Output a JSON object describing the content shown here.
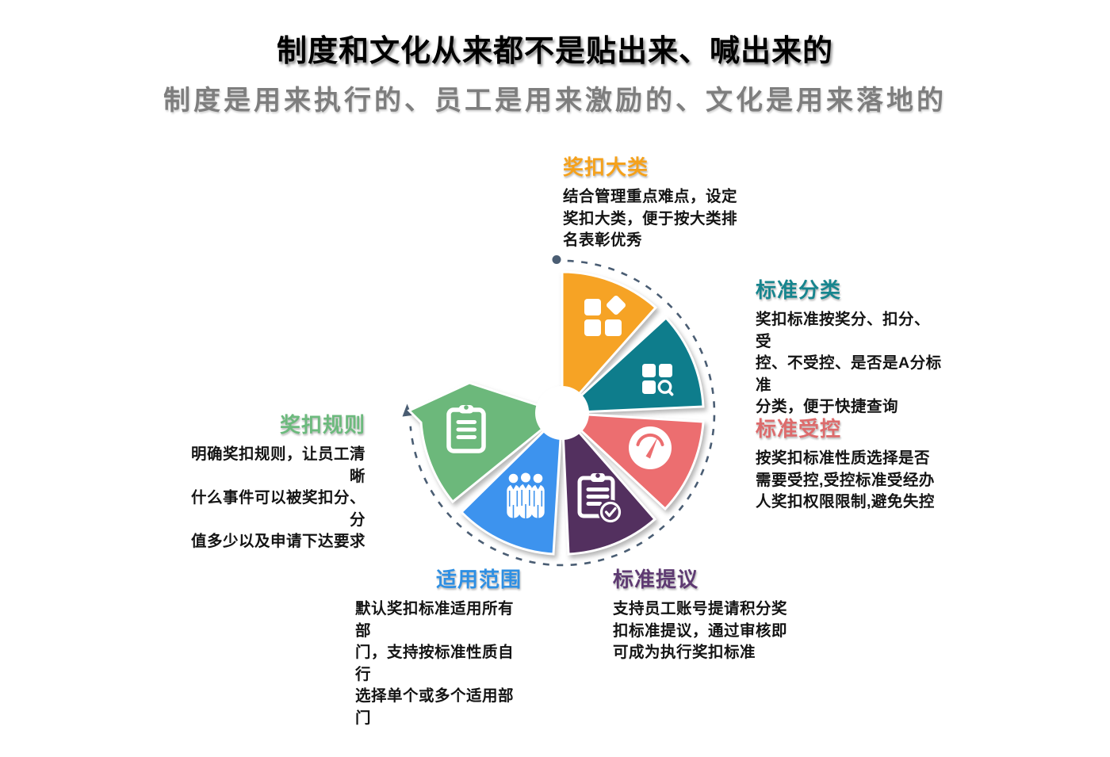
{
  "header": {
    "title": "制度和文化从来都不是贴出来、喊出来的",
    "subtitle": "制度是用来执行的、员工是用来激励的、文化是用来落地的"
  },
  "palette": {
    "orange": "#F6A325",
    "teal": "#0E7D8C",
    "red": "#EC6E70",
    "purple": "#53305F",
    "blue": "#3D93EE",
    "green": "#6CB87B",
    "dash_arc": "#4A5D73",
    "body_text": "#141414",
    "subtitle_gray": "#7E7E7E",
    "center_hole": "#FFFFFF"
  },
  "wheel": {
    "segments": [
      {
        "key": "award-categories",
        "label": "奖扣大类",
        "color": "#F6A325",
        "heading_color": "#F5A11B",
        "icon": "grid-diamond-icon",
        "desc_lines": [
          "结合管理重点难点，设定",
          "奖扣大类，便于按大类排",
          "名表彰优秀"
        ]
      },
      {
        "key": "standard-classification",
        "label": "标准分类",
        "color": "#0E7D8C",
        "heading_color": "#17858E",
        "icon": "grid-search-icon",
        "desc_lines": [
          "奖扣标准按奖分、扣分、受",
          "控、不受控、是否是A分标准",
          "分类，便于快捷查询"
        ]
      },
      {
        "key": "standard-controlled",
        "label": "标准受控",
        "color": "#EC6E70",
        "heading_color": "#DD6B6C",
        "icon": "gauge-icon",
        "desc_lines": [
          "按奖扣标准性质选择是否",
          "需要受控,受控标准受经办",
          "人奖扣权限限制,避免失控"
        ]
      },
      {
        "key": "standard-proposal",
        "label": "标准提议",
        "color": "#53305F",
        "heading_color": "#5E3A72",
        "icon": "clipboard-check-icon",
        "desc_lines": [
          "支持员工账号提请积分奖",
          "扣标准提议，通过审核即",
          "可成为执行奖扣标准"
        ]
      },
      {
        "key": "apply-scope",
        "label": "适用范围",
        "color": "#3D93EE",
        "heading_color": "#2E8FE3",
        "icon": "people-icon",
        "desc_lines": [
          "默认奖扣标准适用所有部",
          "门，支持按标准性质自行",
          "选择单个或多个适用部门"
        ]
      },
      {
        "key": "reward-rules",
        "label": "奖扣规则",
        "color": "#6CB87B",
        "heading_color": "#6CBA7D",
        "icon": "clipboard-icon",
        "desc_lines": [
          "明确奖扣规则，让员工清晰",
          "什么事件可以被奖扣分、分",
          "值多少以及申请下达要求"
        ]
      }
    ]
  }
}
